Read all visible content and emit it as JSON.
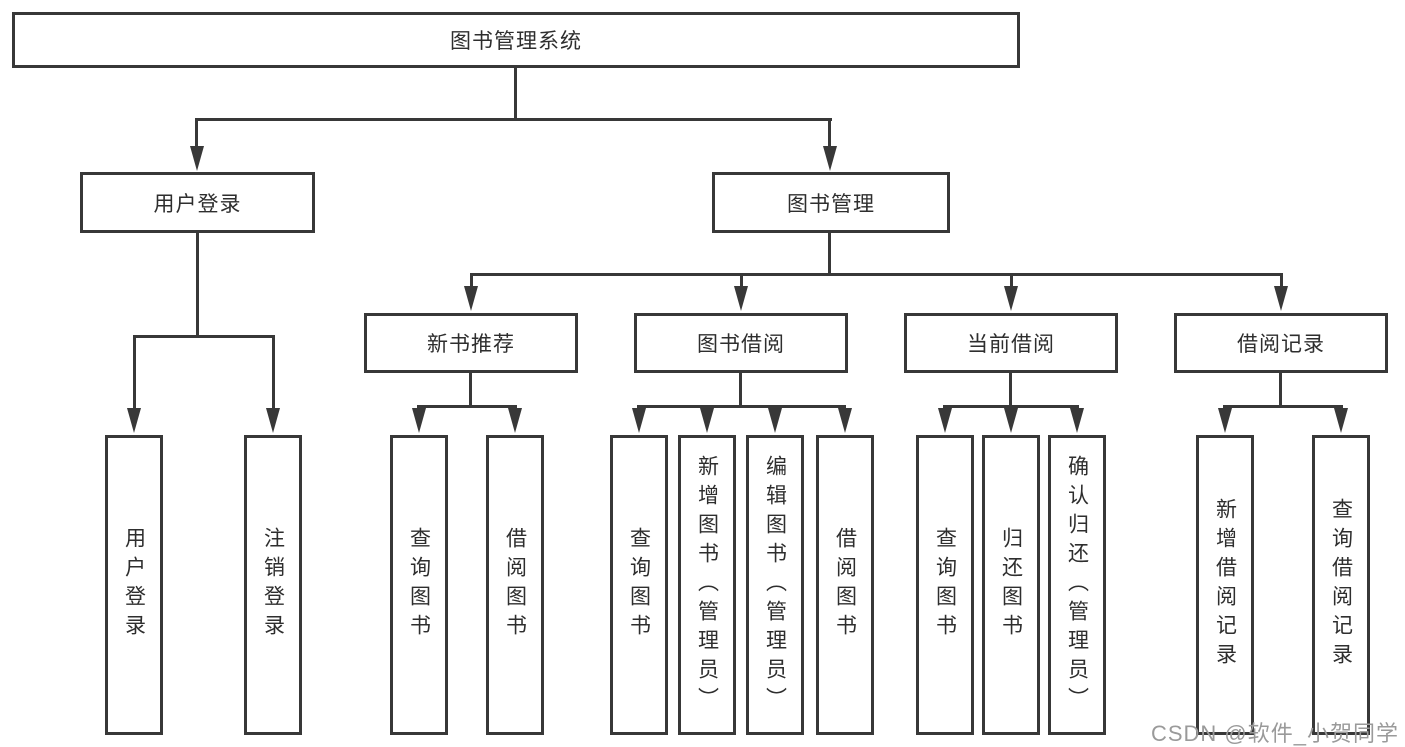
{
  "diagram": {
    "root": {
      "label": "图书管理系统"
    },
    "level2": [
      {
        "label": "用户登录"
      },
      {
        "label": "图书管理"
      }
    ],
    "level3": [
      {
        "label": "新书推荐"
      },
      {
        "label": "图书借阅"
      },
      {
        "label": "当前借阅"
      },
      {
        "label": "借阅记录"
      }
    ],
    "leaves": [
      {
        "label": "用户登录"
      },
      {
        "label": "注销登录"
      },
      {
        "label": "查询图书"
      },
      {
        "label": "借阅图书"
      },
      {
        "label": "查询图书"
      },
      {
        "label": "新增图书（管理员）"
      },
      {
        "label": "编辑图书（管理员）"
      },
      {
        "label": "借阅图书"
      },
      {
        "label": "查询图书"
      },
      {
        "label": "归还图书"
      },
      {
        "label": "确认归还（管理员）"
      },
      {
        "label": "新增借阅记录"
      },
      {
        "label": "查询借阅记录"
      }
    ]
  },
  "watermark": {
    "text": "CSDN @软件_小贺同学"
  },
  "colors": {
    "line": "#383838",
    "text": "#2e2e2e",
    "watermark": "#9a9a9a",
    "background": "#ffffff"
  }
}
